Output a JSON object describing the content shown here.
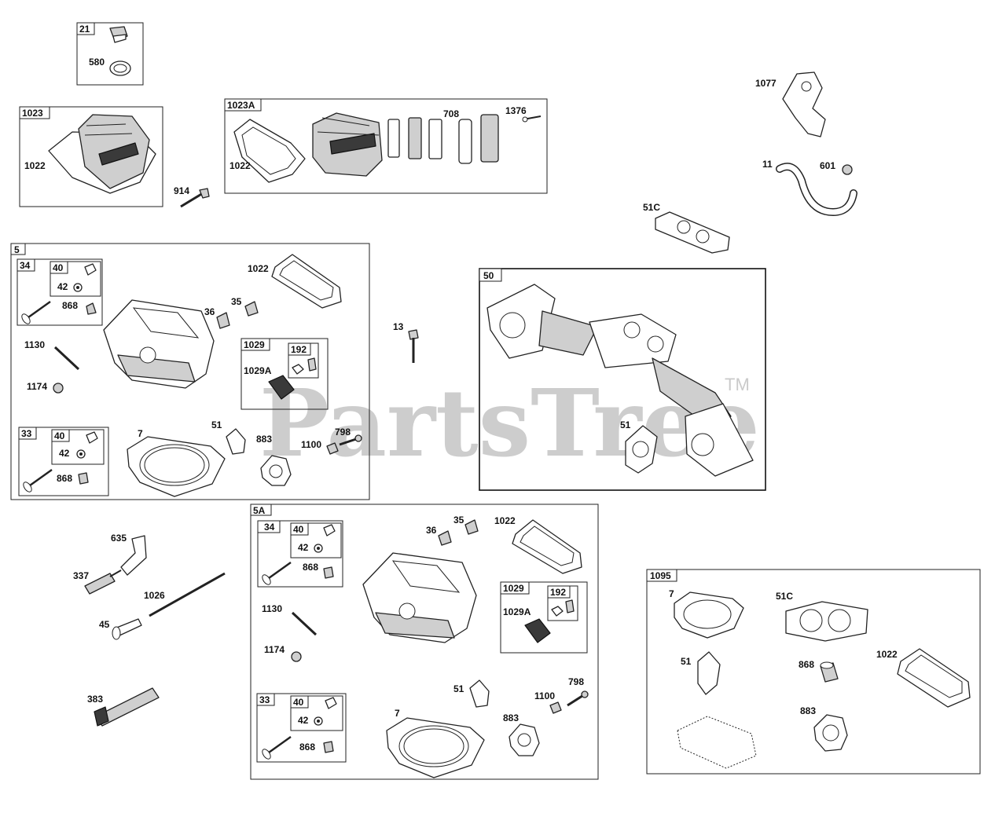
{
  "watermark": {
    "text": "PartsTree",
    "trademark": "TM"
  },
  "boxes": {
    "b21": "21",
    "b1023": "1023",
    "b1023a": "1023A",
    "b5": "5",
    "b34": "34",
    "b40": "40",
    "b1029": "1029",
    "b192": "192",
    "b33": "33",
    "b40b": "40",
    "b50": "50",
    "b5a": "5A",
    "b34a": "34",
    "b40c": "40",
    "b1029a": "1029",
    "b192a": "192",
    "b33a": "33",
    "b40d": "40",
    "b1095": "1095"
  },
  "labels": {
    "l580": "580",
    "l1022a": "1022",
    "l1022b": "1022",
    "l708": "708",
    "l1376": "1376",
    "l914": "914",
    "l1077": "1077",
    "l11": "11",
    "l601": "601",
    "l51c": "51C",
    "l1022c": "1022",
    "l42a": "42",
    "l868a": "868",
    "l36a": "36",
    "l35a": "35",
    "l1130a": "1130",
    "l1029a1": "1029A",
    "l1174a": "1174",
    "l42b": "42",
    "l868b": "868",
    "l7a": "7",
    "l51a": "51",
    "l883a": "883",
    "l798a": "798",
    "l1100a": "1100",
    "l13": "13",
    "l51b": "51",
    "l635": "635",
    "l337": "337",
    "l1026": "1026",
    "l45": "45",
    "l383": "383",
    "l36b": "36",
    "l35b": "35",
    "l1022d": "1022",
    "l42c": "42",
    "l868c": "868",
    "l1130b": "1130",
    "l1029a2": "1029A",
    "l1174b": "1174",
    "l42d": "42",
    "l868d": "868",
    "l51d": "51",
    "l798b": "798",
    "l1100b": "1100",
    "l7b": "7",
    "l883b": "883",
    "l7c": "7",
    "l51c2": "51C",
    "l51e": "51",
    "l868e": "868",
    "l1022e": "1022",
    "l883c": "883"
  }
}
